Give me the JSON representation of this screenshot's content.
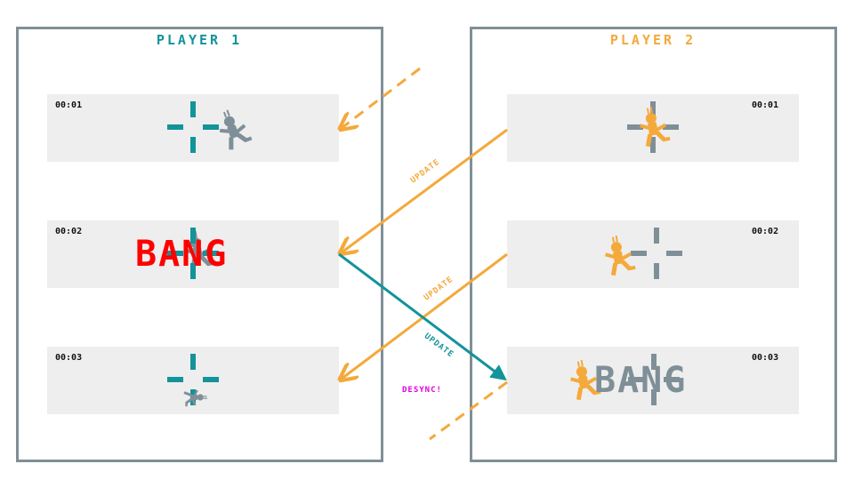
{
  "players": {
    "p1": {
      "title": "PLAYER 1",
      "color": "#13939a"
    },
    "p2": {
      "title": "PLAYER 2",
      "color": "#f4a93b"
    }
  },
  "frames": {
    "p1": [
      "00:01",
      "00:02",
      "00:03"
    ],
    "p2": [
      "00:01",
      "00:02",
      "00:03"
    ]
  },
  "bang": {
    "p1": "BANG",
    "p2": "BANG",
    "p1_color": "#ff0000",
    "p2_color": "#7f8f98"
  },
  "arrows": {
    "update_label_1": "UPDATE",
    "update_label_2": "UPDATE",
    "update_label_3": "UPDATE",
    "desync_label": "DESYNC!",
    "orange": "#f4a93b",
    "teal": "#13939a"
  },
  "colors": {
    "frame_bg": "#eeeeee",
    "border": "#7f8f98",
    "gray": "#7f8f98"
  }
}
